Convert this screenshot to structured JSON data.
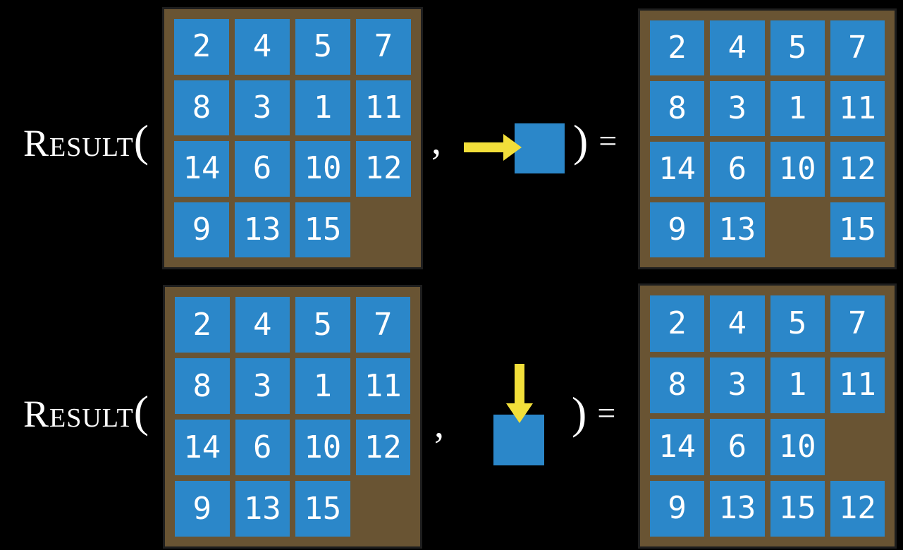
{
  "figure": {
    "function_name": "Result",
    "open_paren": "(",
    "comma": ",",
    "close_paren": ")",
    "equals": "="
  },
  "colors": {
    "background": "#000000",
    "board": "#695433",
    "board_border": "#1e1e1e",
    "tile": "#2b87c9",
    "tile_text": "#ffffff",
    "arrow": "#f2df3a",
    "text": "#ffffff"
  },
  "examples": [
    {
      "move_direction": "right",
      "arrow_icon": "right-arrow-icon",
      "input_grid": [
        [
          2,
          4,
          5,
          7
        ],
        [
          8,
          3,
          1,
          11
        ],
        [
          14,
          6,
          10,
          12
        ],
        [
          9,
          13,
          15,
          null
        ]
      ],
      "output_grid": [
        [
          2,
          4,
          5,
          7
        ],
        [
          8,
          3,
          1,
          11
        ],
        [
          14,
          6,
          10,
          12
        ],
        [
          9,
          13,
          null,
          15
        ]
      ]
    },
    {
      "move_direction": "down",
      "arrow_icon": "down-arrow-icon",
      "input_grid": [
        [
          2,
          4,
          5,
          7
        ],
        [
          8,
          3,
          1,
          11
        ],
        [
          14,
          6,
          10,
          12
        ],
        [
          9,
          13,
          15,
          null
        ]
      ],
      "output_grid": [
        [
          2,
          4,
          5,
          7
        ],
        [
          8,
          3,
          1,
          11
        ],
        [
          14,
          6,
          10,
          null
        ],
        [
          9,
          13,
          15,
          12
        ]
      ]
    }
  ]
}
